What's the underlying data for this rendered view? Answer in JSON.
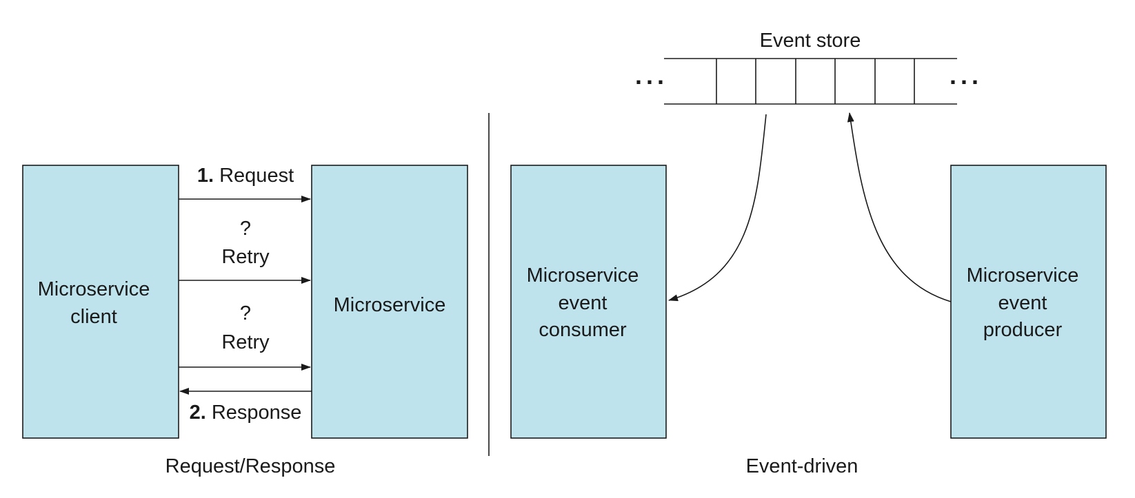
{
  "colors": {
    "box_fill": "#bfe3ed",
    "stroke": "#1a1a1a",
    "background": "#ffffff"
  },
  "request_response": {
    "client_label_line1": "Microservice",
    "client_label_line2": "client",
    "service_label": "Microservice",
    "request_number": "1.",
    "request_text": "Request",
    "retry_mark_1": "?",
    "retry_text_1": "Retry",
    "retry_mark_2": "?",
    "retry_text_2": "Retry",
    "response_number": "2.",
    "response_text": "Response",
    "caption": "Request/Response"
  },
  "event_driven": {
    "store_title": "Event store",
    "ellipsis_left": "...",
    "ellipsis_right": "...",
    "consumer_line1": "Microservice",
    "consumer_line2": "event",
    "consumer_line3": "consumer",
    "producer_line1": "Microservice",
    "producer_line2": "event",
    "producer_line3": "producer",
    "caption": "Event-driven"
  }
}
